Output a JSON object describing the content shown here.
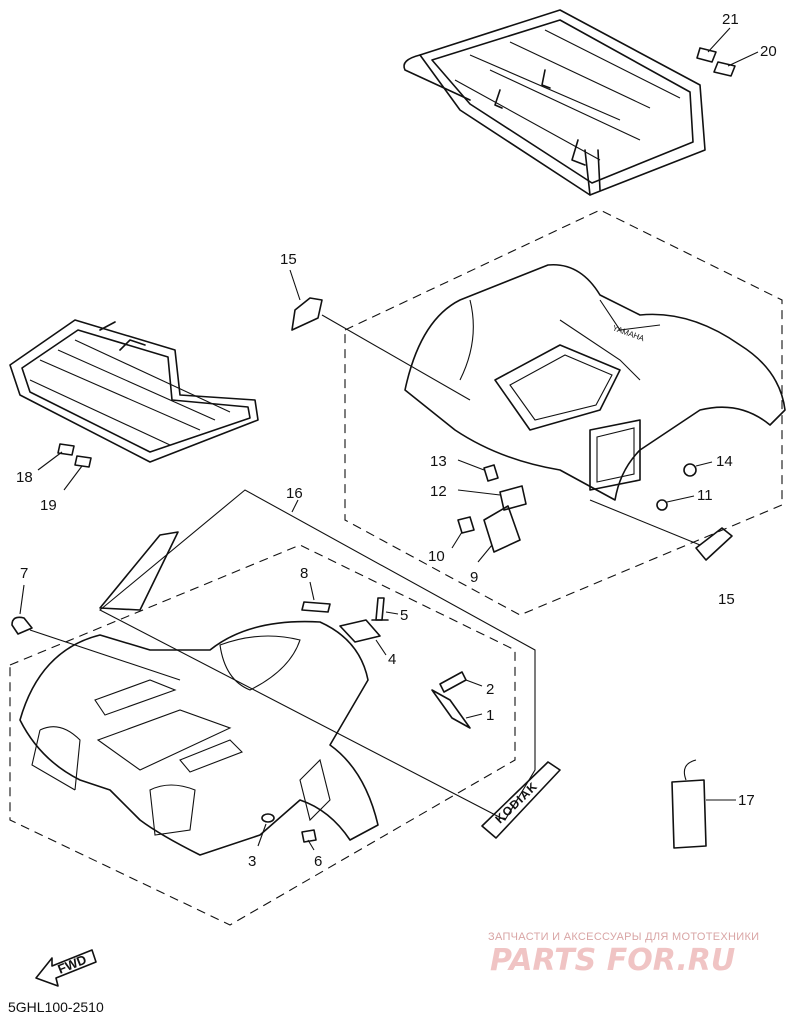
{
  "diagram": {
    "callouts": {
      "p1": "1",
      "p2": "2",
      "p3": "3",
      "p4": "4",
      "p5": "5",
      "p6": "6",
      "p7": "7",
      "p8": "8",
      "p9": "9",
      "p10": "10",
      "p11": "11",
      "p12": "12",
      "p13": "13",
      "p14": "14",
      "p15_top": "15",
      "p15_bottom": "15",
      "p16": "16",
      "p17": "17",
      "p18": "18",
      "p19": "19",
      "p20": "20",
      "p21": "21"
    },
    "decal_text": "KODIAK",
    "fwd_label": "FWD",
    "drawing_code": "5GHL100-2510"
  },
  "watermark": {
    "tagline": "ЗАПЧАСТИ И АКСЕССУАРЫ ДЛЯ МОТОТЕХНИКИ",
    "brand": "PARTS FOR.RU",
    "color": "#e8a0a0"
  }
}
